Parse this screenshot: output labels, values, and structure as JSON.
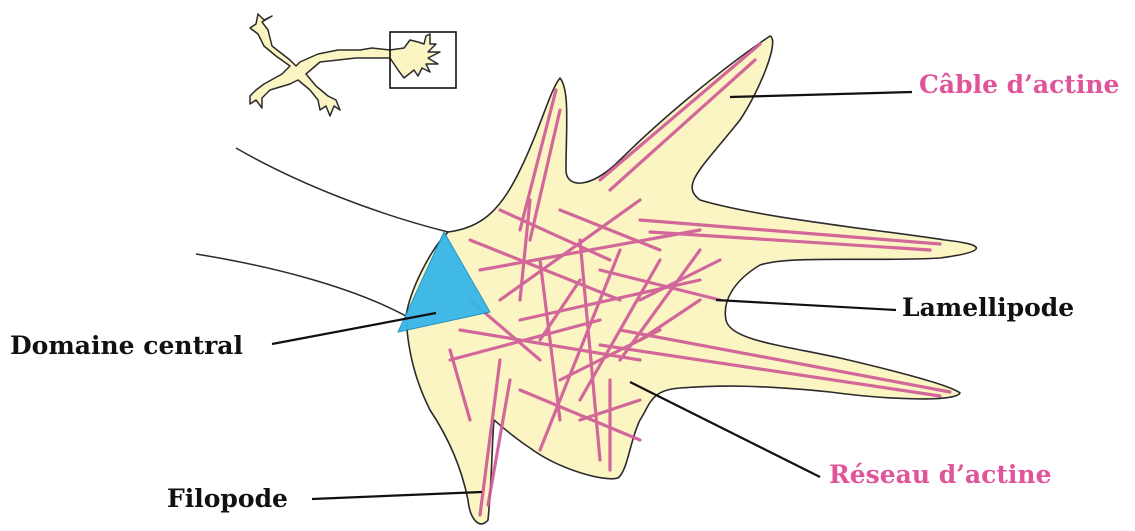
{
  "labels": {
    "cable_actine": "Câble d’actine",
    "lamellipode": "Lamellipode",
    "domaine_central": "Domaine central",
    "reseau_actine": "Réseau d’actine",
    "filopode": "Filopode"
  },
  "colors": {
    "cytoplasm": "#fbf5c4",
    "actin": "#cf5c97",
    "central_domain": "#38b6e8",
    "outline": "#2b2b2b",
    "label_dark": "#111111",
    "label_pink": "#e0559a"
  },
  "inset": {
    "description_icon": "neuron-icon",
    "highlight": "growth-cone-box"
  }
}
